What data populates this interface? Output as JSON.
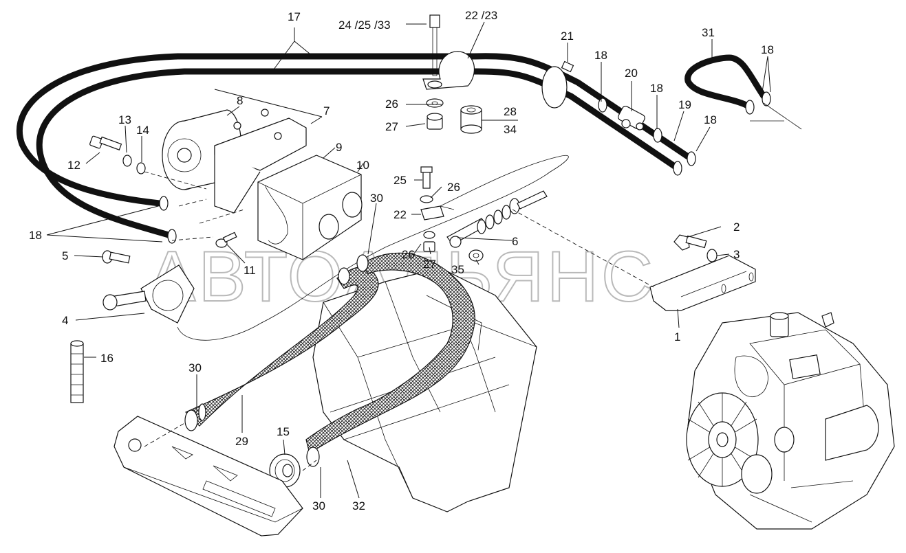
{
  "watermark": "АВТОАЛЬЯНС",
  "callouts": {
    "c17": "17",
    "c24": "24 /25 /33",
    "c22": "22 /23",
    "c21": "21",
    "c18a": "18",
    "c20": "20",
    "c18b": "18",
    "c31": "31",
    "c18c": "18",
    "c19": "19",
    "c18d": "18",
    "c8": "8",
    "c7": "7",
    "c26a": "26",
    "c28": "28",
    "c27a": "27",
    "c34": "34",
    "c13": "13",
    "c14": "14",
    "c12": "12",
    "c9": "9",
    "c10": "10",
    "c25": "25",
    "c26b": "26",
    "c22b": "22",
    "c30a": "30",
    "c2": "2",
    "c18e": "18",
    "c11": "11",
    "c6": "6",
    "c5": "5",
    "c26c": "26",
    "c27b": "27",
    "c35": "35",
    "c3": "3",
    "c4": "4",
    "c1": "1",
    "c16": "16",
    "c30b": "30",
    "c29": "29",
    "c15": "15",
    "c30c": "30",
    "c32": "32"
  }
}
